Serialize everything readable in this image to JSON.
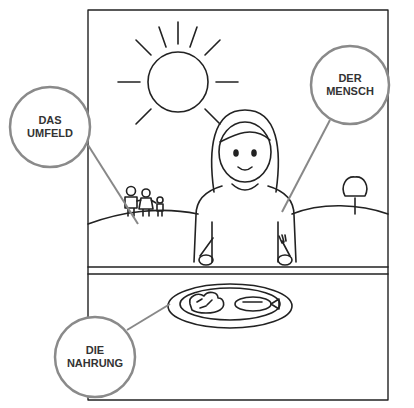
{
  "diagram": {
    "nodes": [
      {
        "text": [
          "DER MENSCH"
        ]
      },
      {
        "text": [
          "DAS UMFELD"
        ]
      },
      {
        "text": [
          "DIE NAHRUNG"
        ]
      }
    ]
  }
}
